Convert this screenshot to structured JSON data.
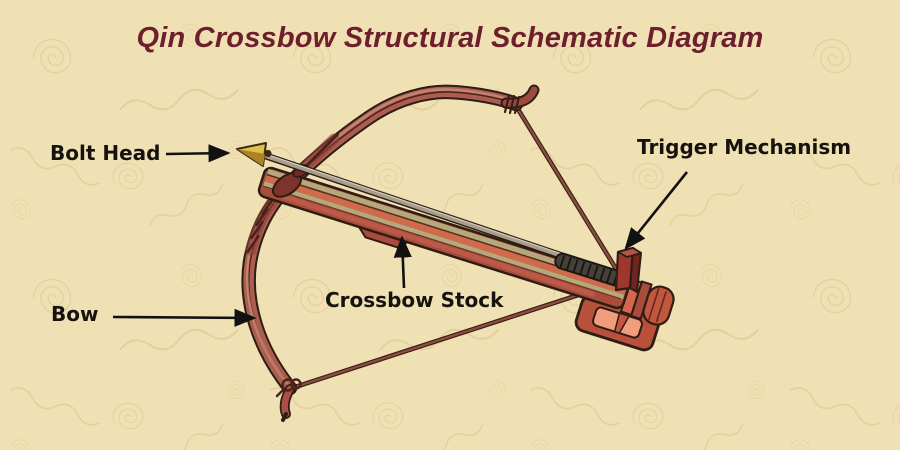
{
  "title": "Qin Crossbow Structural Schematic Diagram",
  "labels": {
    "bolt_head": "Bolt Head",
    "trigger": "Trigger Mechanism",
    "stock": "Crossbow Stock",
    "bow": "Bow"
  },
  "colors": {
    "background": "#f0e1b4",
    "pattern_line": "#dcc58f",
    "title_text": "#6e1f2d",
    "label_text": "#16130f",
    "annotation_arrow": "#111111",
    "outline": "#2e1d15",
    "bow_wood": "#ad5d50",
    "bow_highlight": "#c58a74",
    "stock_body": "#a94c3c",
    "stock_rail_khaki": "#b5a97c",
    "stock_rail_orange": "#cf6a4b",
    "stock_streak": "#bb5a49",
    "butt_band": "#d4674d",
    "butt_cap": "#c2563f",
    "grip_frame": "#b9503c",
    "grip_inner": "#ef9d7c",
    "trigger_lever": "#9e372e",
    "binding_wrap": "#46403a",
    "bolt_shaft": "#a69d8d",
    "bolt_head_gold": "#e0c04a",
    "bolt_head_gold_dark": "#ab8327",
    "string": "#7d4434"
  }
}
